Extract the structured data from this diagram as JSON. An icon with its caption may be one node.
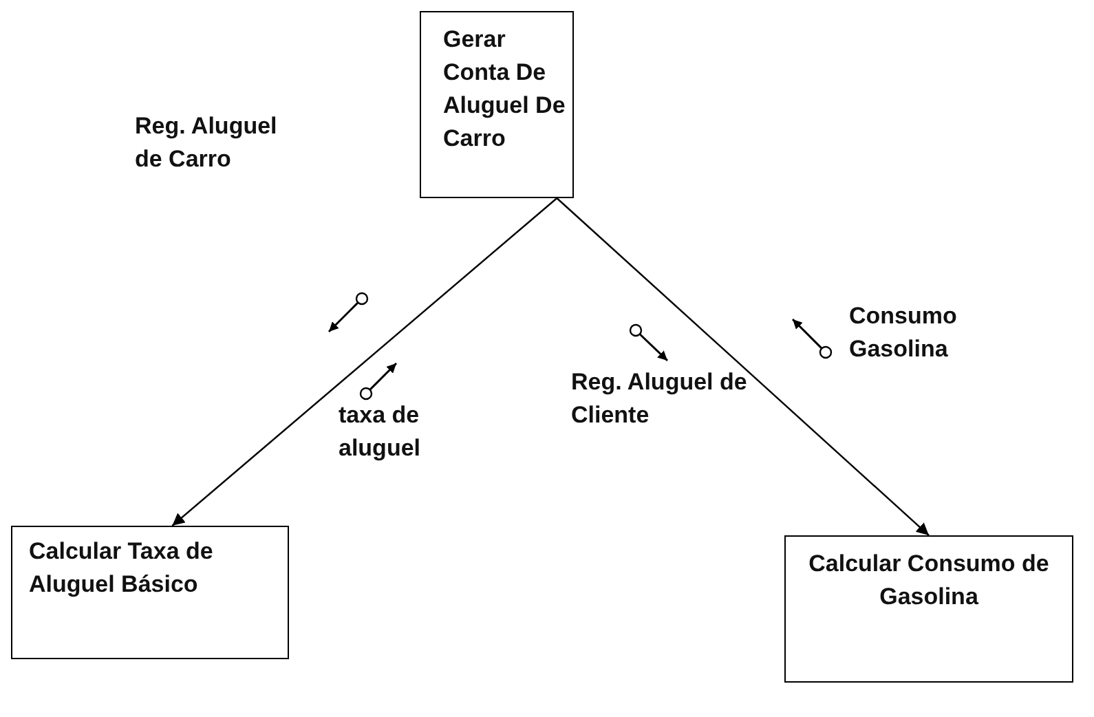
{
  "diagram": {
    "nodes": [
      {
        "text": [
          "Gerar Conta De Aluguel De Carro"
        ]
      },
      {
        "text": [
          "Calcular Taxa de Aluguel Básico"
        ]
      },
      {
        "text": [
          "Calcular Consumo de Gasolina"
        ]
      }
    ],
    "edges": [
      {
        "from": 0,
        "to": 1,
        "arrow": "to"
      },
      {
        "from": 0,
        "to": 2,
        "arrow": "to"
      }
    ],
    "labels": [
      "Reg. Aluguel de Carro",
      "Consumo Gasolina",
      "Reg. Aluguel de Cliente",
      "taxa de aluguel"
    ]
  }
}
